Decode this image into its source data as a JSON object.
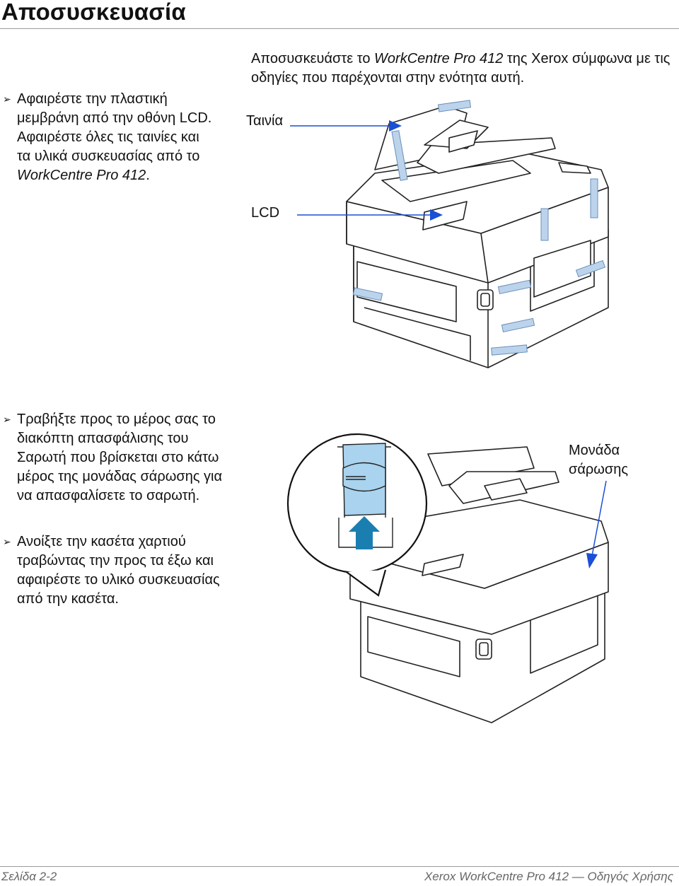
{
  "page": {
    "title": "Αποσυσκευασία",
    "intro_part1": "Αποσυσκευάστε το ",
    "intro_product": "WorkCentre Pro 412",
    "intro_part2": " της Xerox σύμφωνα με τις οδηγίες που παρέχονται στην ενότητα αυτή."
  },
  "steps": {
    "step1_part1": "Αφαιρέστε την πλαστική μεμβράνη από την οθόνη LCD. Αφαιρέστε όλες τις ταινίες και τα υλικά συσκευασίας από το ",
    "step1_product": "WorkCentre Pro 412",
    "step1_part2": ".",
    "step2": "Τραβήξτε προς το μέρος σας το διακόπτη απασφάλισης του Σαρωτή που βρίσκεται στο κάτω μέρος της μονάδας σάρωσης για να απασφαλίσετε το σαρωτή.",
    "step3": "Ανοίξτε την κασέτα χαρτιού τραβώντας την προς τα έξω και αφαιρέστε το υλικό συσκευασίας από την κασέτα."
  },
  "callouts": {
    "tape": "Ταινία",
    "lcd": "LCD",
    "scan_unit": "Μονάδα σάρωσης"
  },
  "footer": {
    "left": "Σελίδα 2-2",
    "right": "Xerox WorkCentre Pro 412 — Οδηγός Χρήσης"
  },
  "colors": {
    "accent": "#1a4fd6",
    "tape": "#bcd3ec",
    "switch": "#a9d3ee",
    "arrow_teal": "#1a7fb0"
  },
  "icons": {
    "bullet": "arrowhead-bullet-icon"
  }
}
